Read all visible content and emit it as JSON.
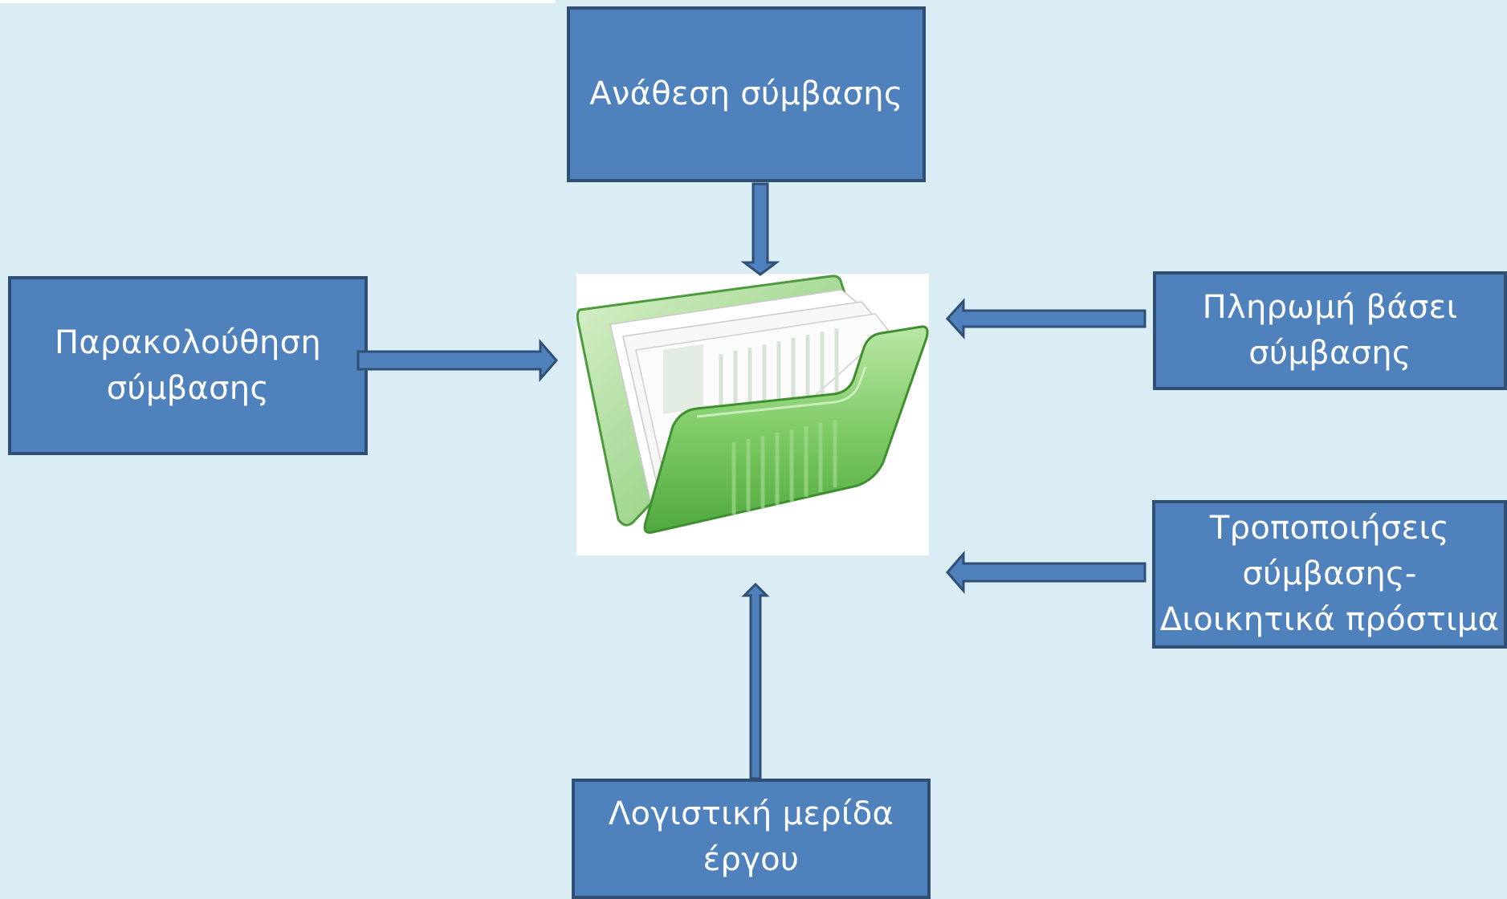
{
  "diagram": {
    "center": {
      "icon": "green-folder-icon"
    },
    "nodes": {
      "top": {
        "label": "Ανάθεση σύμβασης"
      },
      "left": {
        "label": "Παρακολούθηση\nσύμβασης"
      },
      "right_upper": {
        "label": "Πληρωμή βάσει\nσύμβασης"
      },
      "right_lower": {
        "label": "Τροποποιήσεις\nσύμβασης-\nΔιοικητικά πρόστιμα"
      },
      "bottom": {
        "label": "Λογιστική μερίδα\nέργου"
      }
    }
  },
  "colors": {
    "background": "#dbedf4",
    "box_fill": "#4f81bd",
    "box_border": "#2f4f75",
    "box_text": "#ffffff",
    "folder_green": "#5cb85c"
  }
}
